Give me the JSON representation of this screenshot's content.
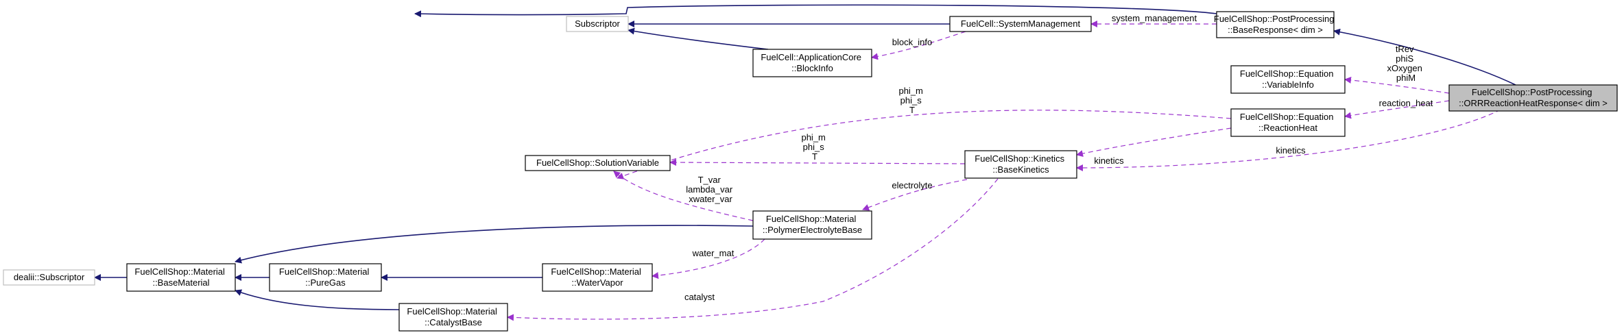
{
  "diagram": {
    "nodes": {
      "subscriptor": [
        "Subscriptor"
      ],
      "system_management": [
        "FuelCell::SystemManagement"
      ],
      "base_response": [
        "FuelCellShop::PostProcessing",
        "::BaseResponse< dim >"
      ],
      "block_info": [
        "FuelCell::ApplicationCore",
        "::BlockInfo"
      ],
      "variable_info": [
        "FuelCellShop::Equation",
        "::VariableInfo"
      ],
      "orr_response": [
        "FuelCellShop::PostProcessing",
        "::ORRReactionHeatResponse< dim >"
      ],
      "reaction_heat": [
        "FuelCellShop::Equation",
        "::ReactionHeat"
      ],
      "solution_variable": [
        "FuelCellShop::SolutionVariable"
      ],
      "base_kinetics": [
        "FuelCellShop::Kinetics",
        "::BaseKinetics"
      ],
      "polymer_electrolyte": [
        "FuelCellShop::Material",
        "::PolymerElectrolyteBase"
      ],
      "dealii_subscriptor": [
        "dealii::Subscriptor"
      ],
      "base_material": [
        "FuelCellShop::Material",
        "::BaseMaterial"
      ],
      "pure_gas": [
        "FuelCellShop::Material",
        "::PureGas"
      ],
      "water_vapor": [
        "FuelCellShop::Material",
        "::WaterVapor"
      ],
      "catalyst_base": [
        "FuelCellShop::Material",
        "::CatalystBase"
      ]
    },
    "edge_labels": {
      "system_management": [
        "system_management"
      ],
      "block_info": [
        "block_info"
      ],
      "variables": [
        "tRev",
        "phiS",
        "xOxygen",
        "phiM"
      ],
      "reaction_heat": [
        "reaction_heat"
      ],
      "kinetics_reaction": [
        "kinetics"
      ],
      "kinetics_orr": [
        "kinetics"
      ],
      "solution_upper": [
        "phi_m",
        "phi_s",
        "T"
      ],
      "solution_lower": [
        "phi_m",
        "phi_s",
        "T"
      ],
      "polymer_vars": [
        "T_var",
        "lambda_var",
        "xwater_var"
      ],
      "electrolyte": [
        "electrolyte"
      ],
      "water_mat": [
        "water_mat"
      ],
      "catalyst": [
        "catalyst"
      ]
    }
  }
}
